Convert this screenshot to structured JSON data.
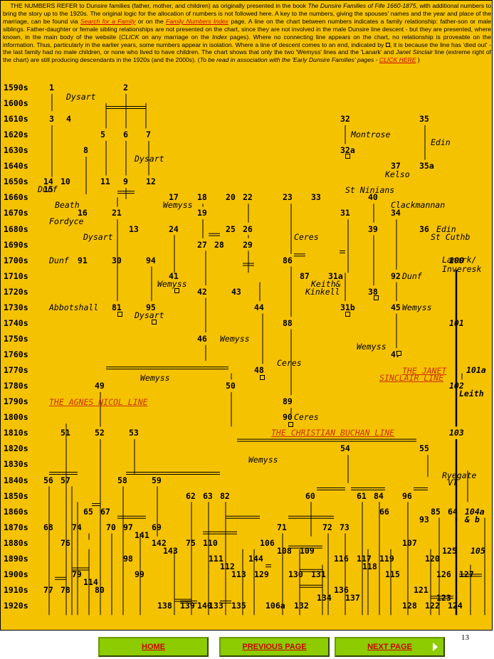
{
  "intro": {
    "p1": "THE NUMBERS REFER to Dunsire families (father, mother, and children) as originally presented in the book ",
    "book": "The Dunsire Families of Fife 1660-1875",
    "p2": ", with additional numbers to bring the story up to the 1920s.  The original logic for the allocation of numbers is not followed here.  A key to the numbers, giving the spouses' names and the year and place of the marriage, can be found via ",
    "link1": "Search for a Family",
    "p3": " or on the ",
    "link2": "Family Numbers Index",
    "p4": " page.  A line on the chart between numbers indicates a family relationship: father-son or male siblings.  Father-daughter or female sibling relationships are not presented on the chart, since they are not involved in the male Dunsire line descent - but they are presented, where known, in the main body of the website (",
    "click": "CLICK",
    "p5": " on any marriage on the ",
    "index": "Index",
    "p6": " pages).  Where no connecting line appears on the chart, no relationship is proveable on the information.  Thus, particularly in the earlier years, some numbers appear in isolation. Where a line of descent comes to an end, indicated by ",
    "p7": ", it is because the line has 'died out' - the last family had no male children, or none who lived to have children. The chart shows that only the two  'Wemyss' lines and the 'Lanark' and ",
    "janet": "Janet Sinclair",
    "p8": " line (extreme right of the chart) are still producing descendants in the 1920s (and the 2000s).  (",
    "readin": "To be read  in association with the 'Early Dunsire Families' pages - ",
    "clickhere": "CLICK HERE",
    "p9": " )"
  },
  "decades": [
    "1590s",
    "1600s",
    "1610s",
    "1620s",
    "1630s",
    "1640s",
    "1650s",
    "1660s",
    "1670s",
    "1680s",
    "1690s",
    "1700s",
    "1710s",
    "1720s",
    "1730s",
    "1740s",
    "1750s",
    "1760s",
    "1770s",
    "1780s",
    "1790s",
    "1800s",
    "1810s",
    "1820s",
    "1830s",
    "1840s",
    "1850s",
    "1860s",
    "1870s",
    "1880s",
    "1890s",
    "1900s",
    "1910s",
    "1920s"
  ],
  "chart": {
    "numbers": [
      [
        "1",
        "2"
      ],
      [
        "3",
        "4",
        "32",
        "35"
      ],
      [
        "5",
        "6",
        "7"
      ],
      [
        "8",
        "32a"
      ],
      [
        "37",
        "35a"
      ],
      [
        "11",
        "9",
        "12",
        "14",
        "10",
        "15"
      ],
      [
        "17",
        "18",
        "20",
        "22",
        "23",
        "33",
        "40"
      ],
      [
        "16",
        "21",
        "19",
        "31",
        "34"
      ],
      [
        "13",
        "24",
        "25",
        "26",
        "39",
        "36"
      ],
      [
        "27",
        "28",
        "29"
      ],
      [
        "91",
        "30",
        "94",
        "86",
        "100"
      ],
      [
        "41",
        "87",
        "31a",
        "92"
      ],
      [
        "42",
        "43",
        "38"
      ],
      [
        "81",
        "95",
        "44",
        "31b",
        "45"
      ],
      [
        "88",
        "101"
      ],
      [
        "46"
      ],
      [
        "47"
      ],
      [
        "48",
        "101a"
      ],
      [
        "49",
        "50",
        "102"
      ],
      [
        "89"
      ],
      [
        "90"
      ],
      [
        "51",
        "52",
        "53",
        "103"
      ],
      [
        "54",
        "55"
      ],
      [
        "56",
        "57",
        "58",
        "59"
      ],
      [
        "62",
        "63",
        "82",
        "60",
        "61",
        "84",
        "96"
      ],
      [
        "65",
        "67",
        "66",
        "85",
        "64"
      ],
      [
        "68",
        "74",
        "70",
        "97",
        "69",
        "71",
        "72",
        "73",
        "93"
      ],
      [
        "141",
        "104a",
        "& b"
      ],
      [
        "76",
        "142",
        "75",
        "110",
        "106",
        "107"
      ],
      [
        "143",
        "108",
        "109",
        "125"
      ],
      [
        "98",
        "111",
        "144",
        "116",
        "117",
        "119",
        "120",
        "105"
      ],
      [
        "112",
        "118"
      ],
      [
        "79",
        "99",
        "113",
        "129",
        "130",
        "131",
        "115",
        "126",
        "127"
      ],
      [
        "114"
      ],
      [
        "77",
        "78",
        "80",
        "136",
        "121"
      ],
      [
        "134",
        "137",
        "123"
      ],
      [
        "138",
        "139",
        "140",
        "133",
        "135",
        "106a",
        "132",
        "128",
        "122",
        "124"
      ]
    ],
    "places": [
      "Dysart",
      "Montrose",
      "Edin",
      "Dysart",
      "Kelso",
      "Dunf",
      "St Ninians",
      "Beath",
      "Wemyss",
      "Clackmannan",
      "Fordyce",
      "Edin",
      "St Cuthb",
      "Dysart",
      "Ceres",
      "Lanark/",
      "Inveresk",
      "Dunf",
      "Dunf",
      "Keith&",
      "Kinkell",
      "Wemyss",
      "Abbotshall",
      "Dysart",
      "Wemyss",
      "Wemyss",
      "Wemyss",
      "Ceres",
      "Wemyss",
      "Ceres",
      "Wemyss",
      "Ryegate",
      "VT"
    ],
    "line_names": [
      "THE JANET",
      "SINCLAIR LINE",
      "THE AGNES NICOL LINE",
      "THE CHRISTIAN BUCHAN LINE"
    ],
    "year_label_extra": "Leith"
  },
  "page_number": "13",
  "nav": {
    "home": "HOME",
    "previous": "PREVIOUS PAGE",
    "next": "NEXT PAGE"
  },
  "colors": {
    "background": "#f5c200",
    "line_name": "#cc3300",
    "nav_button": "#8ccc00",
    "nav_text": "#cc0000"
  }
}
